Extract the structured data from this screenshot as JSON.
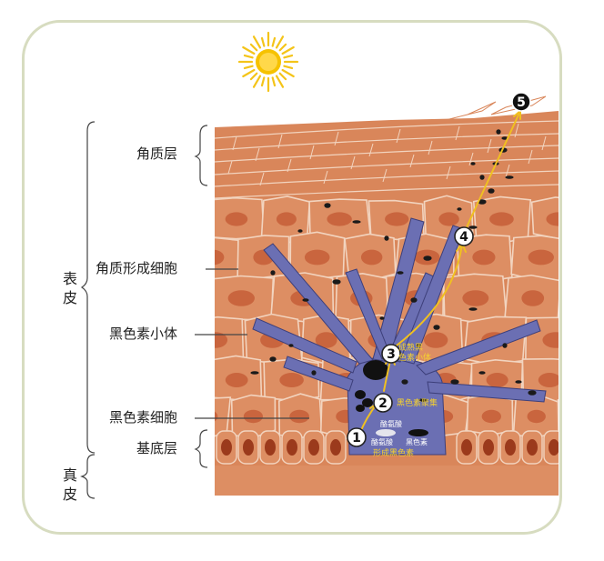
{
  "labels": {
    "stratum_corneum": "角质层",
    "keratinocyte": "角质形成细胞",
    "melanosome": "黑色素小体",
    "melanocyte": "黑色素细胞",
    "basal_layer": "基底层",
    "epidermis": "表皮",
    "dermis": "真皮"
  },
  "steps": [
    {
      "num": "1",
      "text1": "酪氨酸",
      "text2": "形成黑色素",
      "sub_left": "酪氨酸",
      "sub_right": "黑色素"
    },
    {
      "num": "2",
      "text1": "黑色素聚集"
    },
    {
      "num": "3",
      "text1": "成熟黑",
      "text2": "色素小体"
    },
    {
      "num": "4"
    },
    {
      "num": "5"
    }
  ],
  "colors": {
    "frame": "#d7dcc0",
    "skin": "#d9865a",
    "cell_outline": "#f2d4bf",
    "melanocyte": "#6b6fb3",
    "melanin": "#1a1a1a",
    "sun": "#f4c419",
    "arrow": "#f0c020",
    "annotation_text": "#f4d030"
  },
  "icons": [
    "sun-icon",
    "pathway-arrow-icon"
  ]
}
